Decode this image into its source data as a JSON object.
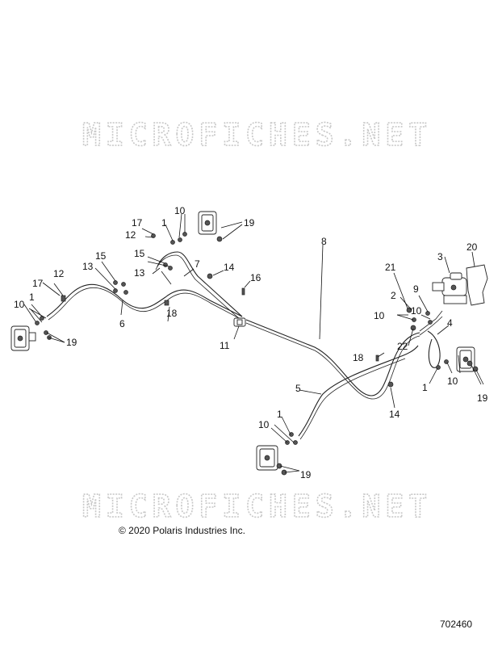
{
  "watermark": "MICROFICHES.NET",
  "copyright": "© 2020 Polaris Industries Inc.",
  "doc_number": "702460",
  "callouts": [
    {
      "id": "c1",
      "text": "1"
    },
    {
      "id": "c2",
      "text": "2"
    },
    {
      "id": "c3",
      "text": "3"
    },
    {
      "id": "c4",
      "text": "4"
    },
    {
      "id": "c5",
      "text": "5"
    },
    {
      "id": "c6",
      "text": "6"
    },
    {
      "id": "c7",
      "text": "7"
    },
    {
      "id": "c8",
      "text": "8"
    },
    {
      "id": "c9",
      "text": "9"
    },
    {
      "id": "c10",
      "text": "10"
    },
    {
      "id": "c11",
      "text": "11"
    },
    {
      "id": "c12",
      "text": "12"
    },
    {
      "id": "c13",
      "text": "13"
    },
    {
      "id": "c14",
      "text": "14"
    },
    {
      "id": "c15",
      "text": "15"
    },
    {
      "id": "c16",
      "text": "16"
    },
    {
      "id": "c17",
      "text": "17"
    },
    {
      "id": "c18",
      "text": "18"
    },
    {
      "id": "c19",
      "text": "19"
    },
    {
      "id": "c20",
      "text": "20"
    },
    {
      "id": "c21",
      "text": "21"
    },
    {
      "id": "c22",
      "text": "22"
    }
  ]
}
